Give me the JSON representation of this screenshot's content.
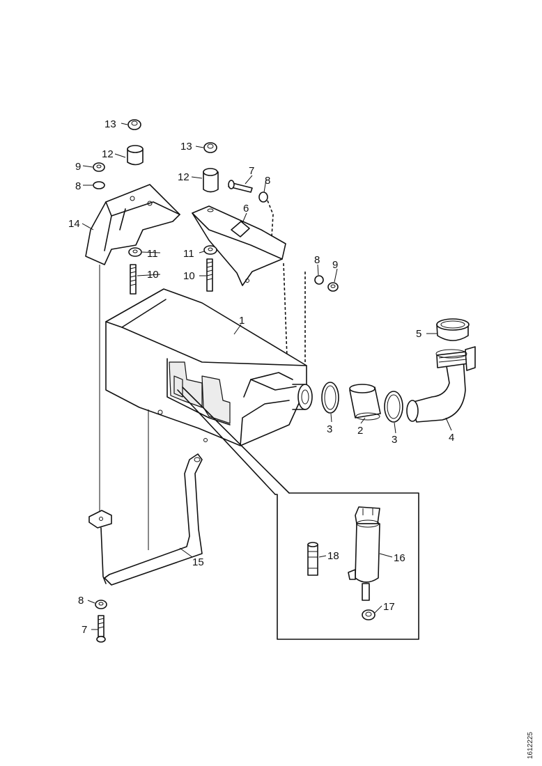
{
  "diagram": {
    "callouts": {
      "tank": "1",
      "hose": "2",
      "clamp_left": "3",
      "clamp_right": "3",
      "elbow": "4",
      "filler_cap": "5",
      "bracket_pin": "6",
      "bolt_top": "7",
      "bolt_bottom": "7",
      "washer_left_upper": "8",
      "washer_top_right": "8",
      "washer_mid_right": "8",
      "washer_bottom": "8",
      "nut_left": "9",
      "nut_right": "9",
      "bolt_long_left": "10",
      "bolt_long_mid": "10",
      "spacer_washer_left": "11",
      "spacer_washer_mid": "11",
      "bushing_left": "12",
      "bushing_mid": "12",
      "cap_nut_left": "13",
      "cap_nut_mid": "13",
      "bracket_left": "14",
      "strap": "15",
      "pump": "16",
      "pump_nut": "17",
      "connector": "18"
    },
    "drawing_code": "1612225"
  }
}
